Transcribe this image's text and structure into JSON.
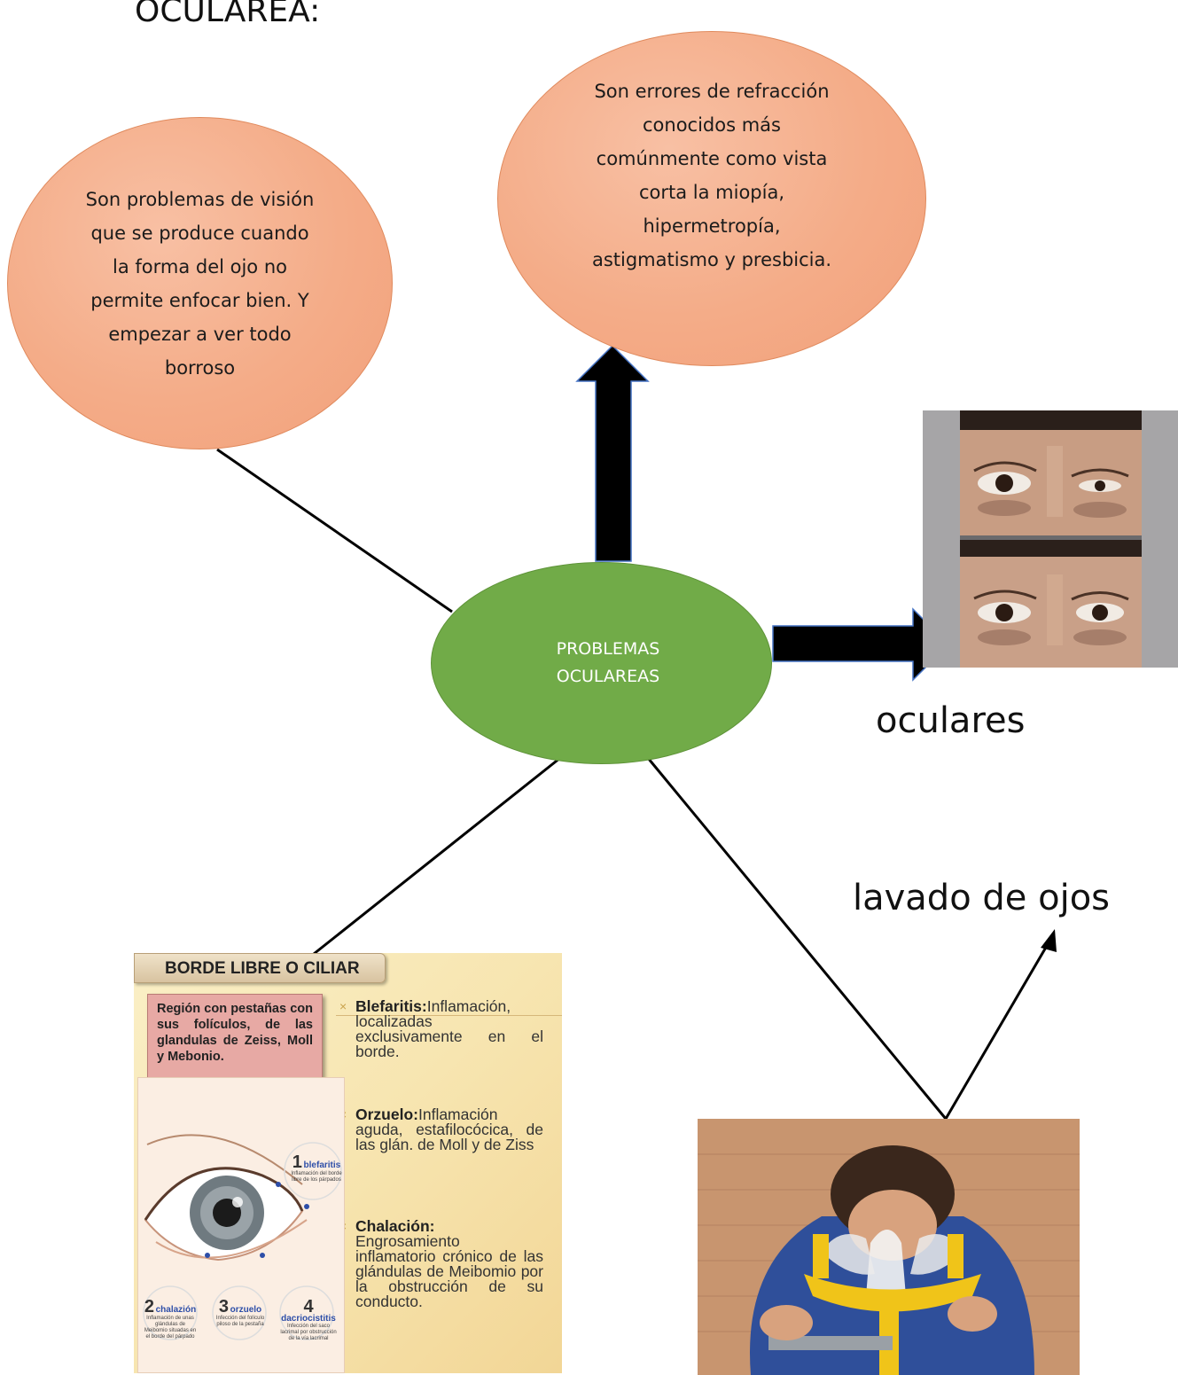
{
  "heading": "OCULAREA:",
  "center_node": {
    "label": "PROBLEMAS OCULAREAS"
  },
  "bubble_left": {
    "text": "Son problemas de visión que se produce cuando la forma del ojo no permite enfocar bien. Y empezar a ver todo borroso"
  },
  "bubble_top": {
    "text": "Son errores de refracción conocidos más comúnmente como vista corta la miopía, hipermetropía, astigmatismo y presbicia."
  },
  "label_oculares": "oculares",
  "label_lavado": "lavado de ojos",
  "slide": {
    "header": "BORDE LIBRE O CILIAR",
    "region_box": "Región con pestañas con sus folículos, de las glandulas de Zeiss, Moll y Mebonio.",
    "bullets": [
      {
        "term": "Blefaritis:",
        "desc": "Inflamación, localizadas exclusivamente en el borde."
      },
      {
        "term": "Orzuelo:",
        "desc": "Inflamación aguda, estafilocócica, de las glán. de Moll y de Ziss"
      },
      {
        "term": "Chalación:",
        "desc": "Engrosamiento inflamatorio crónico de las glándulas de Meibomio por la obstrucción de su conducto."
      }
    ],
    "steps": [
      {
        "num": "1",
        "name": "blefaritis",
        "desc": "Inflamación del borde libre de los párpados"
      },
      {
        "num": "2",
        "name": "chalazión",
        "desc": "Inflamación de unas glándulas de Meibomio situadas en el borde del párpado"
      },
      {
        "num": "3",
        "name": "orzuelo",
        "desc": "Infección del folículo piloso de la pestaña"
      },
      {
        "num": "4",
        "name": "dacriocistitis",
        "desc": "Infección del saco lacrimal por obstrucción de la vía lacrimal"
      }
    ]
  },
  "colors": {
    "bubble_fill": "#f4ac88",
    "bubble_border": "#e08a5d",
    "center_fill": "#71ab48",
    "arrow_fill": "#000000",
    "arrow_outline": "#4472c4"
  }
}
